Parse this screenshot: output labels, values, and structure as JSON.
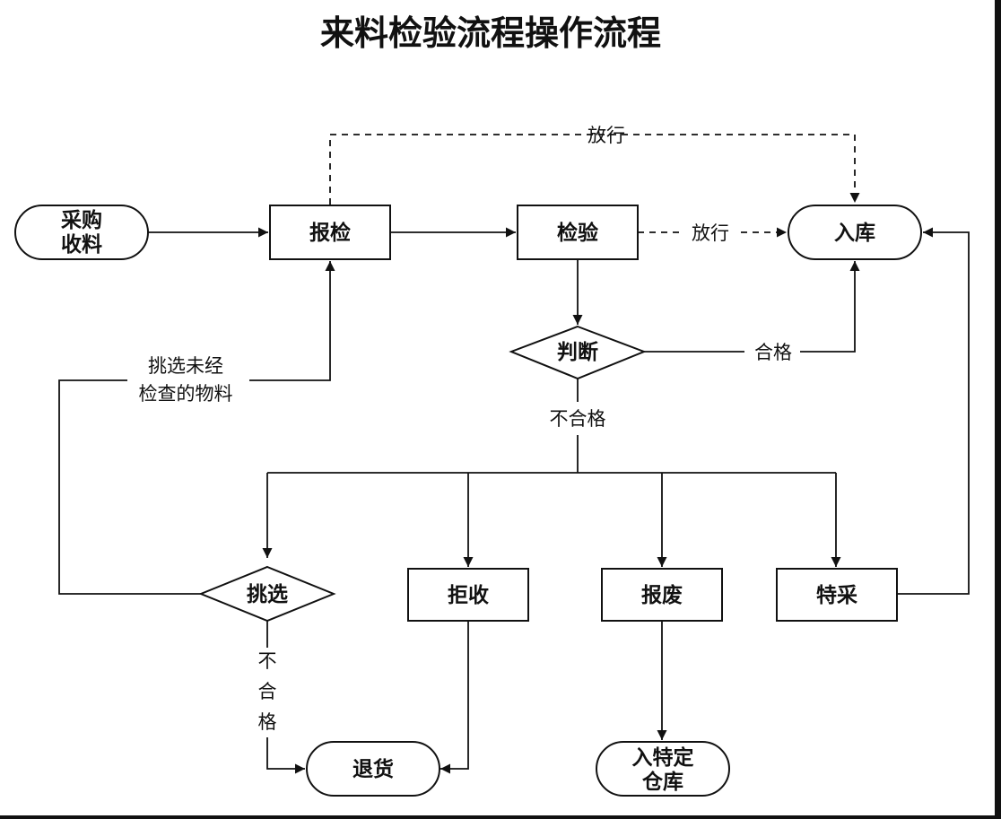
{
  "title": "来料检验流程操作流程",
  "nodes": {
    "purchase": [
      "采购",
      "收料"
    ],
    "report": "报检",
    "inspect": "检验",
    "warehouse": "入库",
    "judge": "判断",
    "select": "挑选",
    "reject": "拒收",
    "scrap": "报废",
    "special": "特采",
    "return": "退货",
    "special_store": [
      "入特定",
      "仓库"
    ]
  },
  "edges": {
    "release_top": "放行",
    "release_mid": "放行",
    "pass": "合格",
    "fail": "不合格",
    "select_back": [
      "挑选未经",
      "检查的物料"
    ],
    "select_fail": [
      "不",
      "合",
      "格"
    ]
  }
}
